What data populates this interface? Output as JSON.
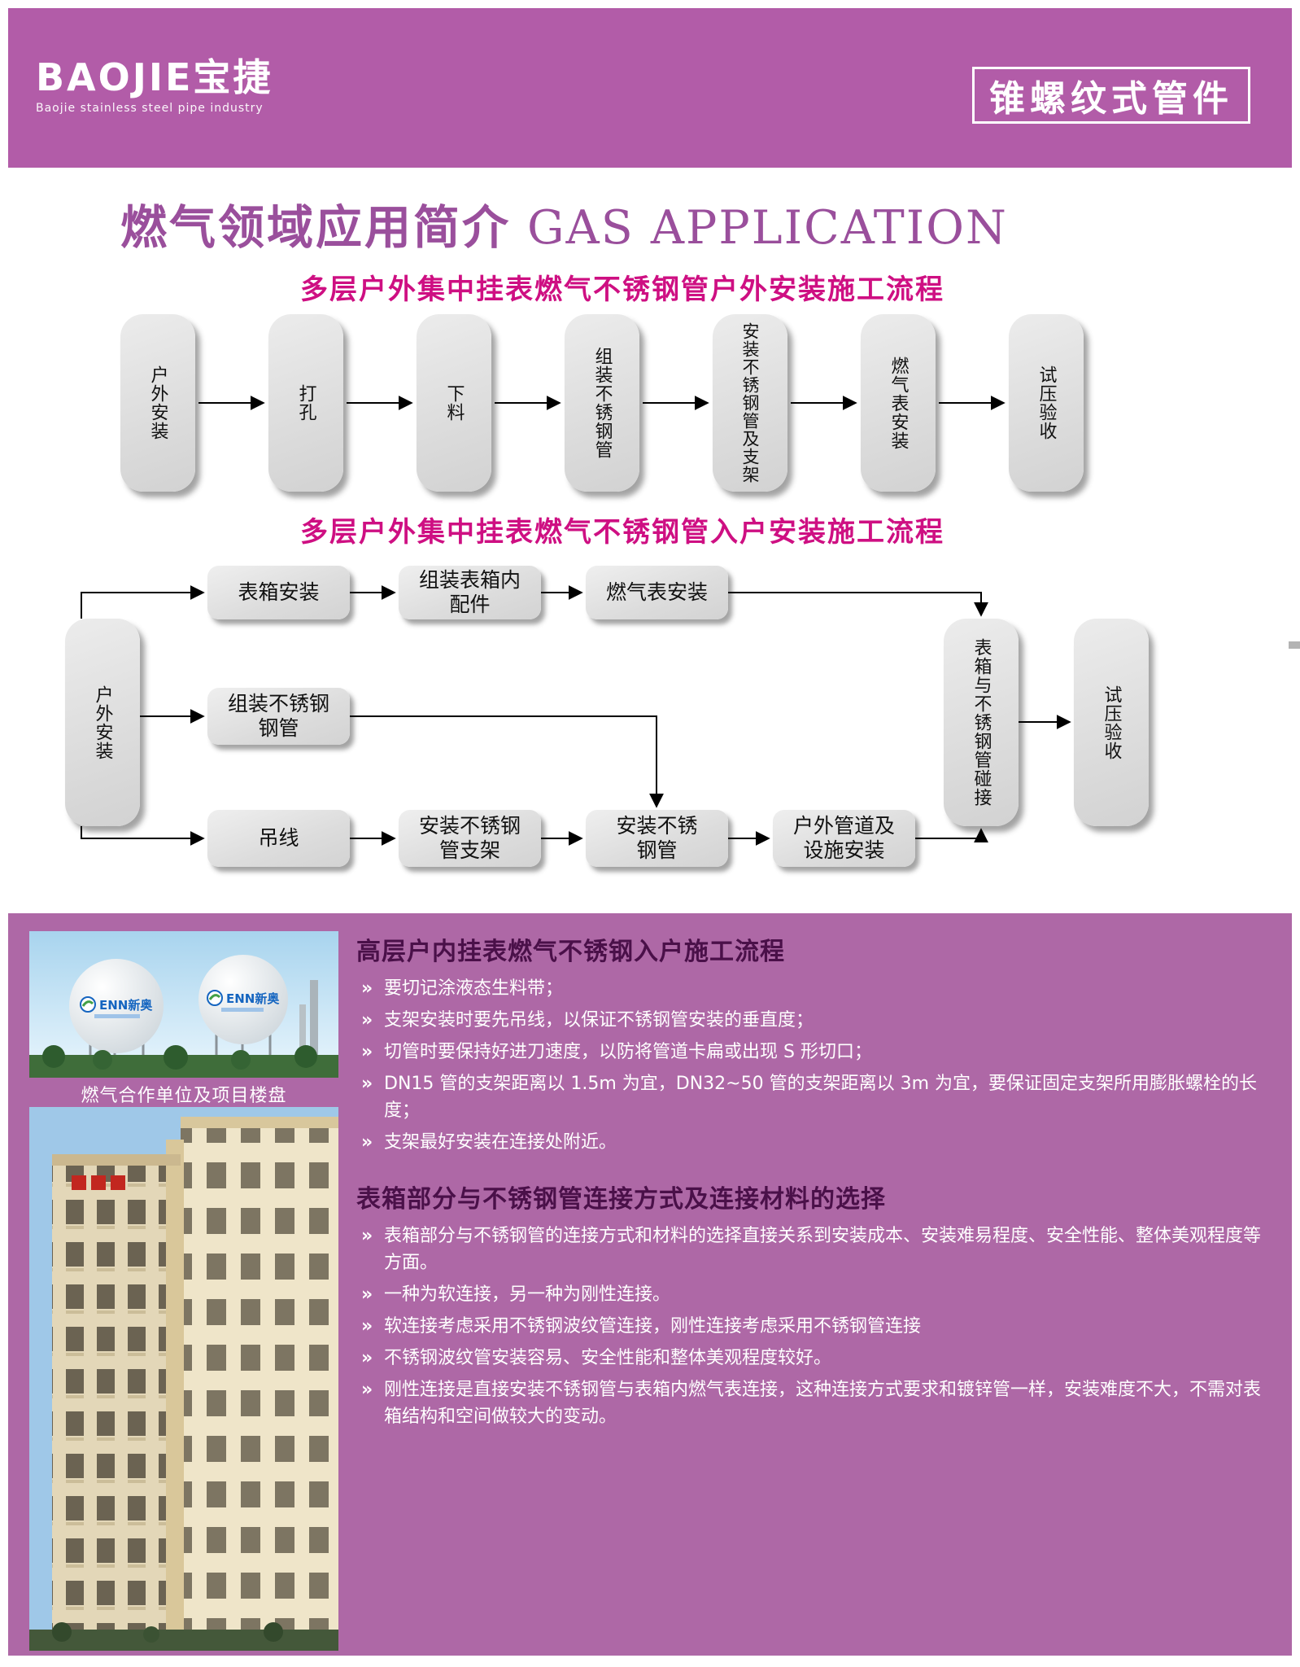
{
  "colors": {
    "banner": "#b25ca8",
    "title_purple": "#9a4f9c",
    "subtitle_magenta": "#ce0f82",
    "bottom_bg": "#ae68a6",
    "section_heading": "#4a1049",
    "flow_box_gray": "#dcdcdc"
  },
  "header": {
    "logo_text": "BAOJIE宝捷",
    "logo_sub": "Baojie stainless steel pipe industry",
    "corner_tag": "锥螺纹式管件"
  },
  "title": {
    "zh": "燃气领域应用简介",
    "en": "GAS APPLICATION"
  },
  "flow1": {
    "subtitle": "多层户外集中挂表燃气不锈钢管户外安装施工流程",
    "steps": [
      "户外安装",
      "打孔",
      "下料",
      "组装不锈钢管",
      "安装不锈钢管及支架",
      "燃气表安装",
      "试压验收"
    ]
  },
  "flow2": {
    "subtitle": "多层户外集中挂表燃气不锈钢管入户安装施工流程",
    "start": "户外安装",
    "row1": [
      "表箱安装",
      "组装表箱内\n配件",
      "燃气表安装"
    ],
    "row2": [
      "组装不锈钢\n钢管"
    ],
    "row3": [
      "吊线",
      "安装不锈钢\n管支架",
      "安装不锈\n钢管",
      "户外管道及\n设施安装"
    ],
    "end1": "表箱与不锈钢管碰接",
    "end2": "试压验收"
  },
  "bottom": {
    "photo_label": "ENN新奥",
    "photo_caption": "燃气合作单位及项目楼盘",
    "section1": {
      "heading": "高层户内挂表燃气不锈钢入户施工流程",
      "bullets": [
        "要切记涂液态生料带；",
        "支架安装时要先吊线，以保证不锈钢管安装的垂直度；",
        "切管时要保持好进刀速度，以防将管道卡扁或出现 S 形切口；",
        "DN15 管的支架距离以 1.5m 为宜，DN32~50 管的支架距离以 3m 为宜，要保证固定支架所用膨胀螺栓的长度；",
        "支架最好安装在连接处附近。"
      ]
    },
    "section2": {
      "heading": "表箱部分与不锈钢管连接方式及连接材料的选择",
      "bullets": [
        "表箱部分与不锈钢管的连接方式和材料的选择直接关系到安装成本、安装难易程度、安全性能、整体美观程度等方面。",
        "一种为软连接，另一种为刚性连接。",
        "软连接考虑采用不锈钢波纹管连接，刚性连接考虑采用不锈钢管连接",
        "不锈钢波纹管安装容易、安全性能和整体美观程度较好。",
        "刚性连接是直接安装不锈钢管与表箱内燃气表连接，这种连接方式要求和镀锌管一样，安装难度不大，不需对表箱结构和空间做较大的变动。"
      ]
    }
  }
}
